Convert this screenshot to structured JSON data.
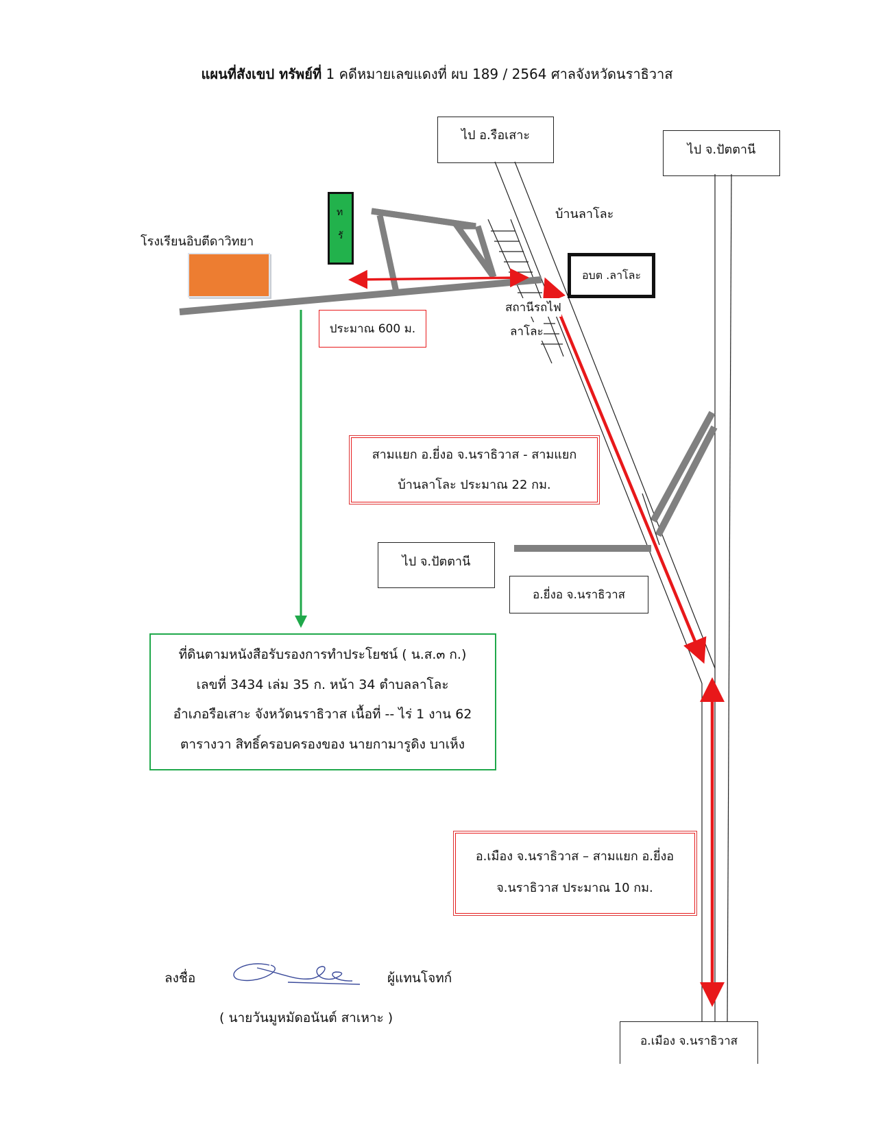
{
  "title": {
    "bold": "แผนที่สังเขป ทรัพย์ที่",
    "rest": " 1  คดีหมายเลขแดงที่  ผบ 189 / 2564  ศาลจังหวัดนราธิวาส"
  },
  "places": {
    "to_rueso": "ไป  อ.รือเสาะ",
    "to_pattani_top": "ไป  จ.ปัตตานี",
    "ban_lalo": "บ้านลาโละ",
    "school": "โรงเรียนอิบตีดาวิทยา",
    "property_char_1": "ท",
    "property_char_2": "รั",
    "obt": "อบต .ลาโละ",
    "station_1": "สถานีรถไฟ",
    "station_2": "ลาโละ",
    "to_pattani_mid": "ไป  จ.ปัตตานี",
    "yingo": "อ.ยี่งอ  จ.นราธิวาส",
    "mueang": "อ.เมือง  จ.นราธิวาส"
  },
  "distances": {
    "approx_600": "ประมาณ 600 ม.",
    "junction_1": "สามแยก  อ.ยี่งอ  จ.นราธิวาส  - สามแยก",
    "junction_2": "บ้านลาโละ  ประมาณ 22 กม.",
    "mueang_1": "อ.เมือง  จ.นราธิวาส –  สามแยก   อ.ยี่งอ",
    "mueang_2": "จ.นราธิวาส   ประมาณ 10 กม."
  },
  "land": {
    "line1": "ที่ดินตามหนังสือรับรองการทำประโยชน์ ( น.ส.๓ ก.)",
    "line2": "เลขที่ 3434  เล่ม 35 ก.  หน้า 34  ตำบลลาโละ",
    "line3": "อำเภอรือเสาะ  จังหวัดนราธิวาส  เนื้อที่ -- ไร่  1 งาน  62",
    "line4": "ตารางวา สิทธิ์ครอบครองของ นายกามารูดิง  บาเห็ง"
  },
  "signature": {
    "label": "ลงชื่อ",
    "role": "ผู้แทนโจทก์",
    "name": "( นายวันมูหมัดอนันต์  สาเหาะ )"
  },
  "colors": {
    "road_gray": "#808080",
    "route_red": "#e8181a",
    "land_green": "#1fa84a",
    "property_green": "#22b24c",
    "school_orange": "#ed7d31",
    "signature_blue": "#3a4a9a"
  }
}
